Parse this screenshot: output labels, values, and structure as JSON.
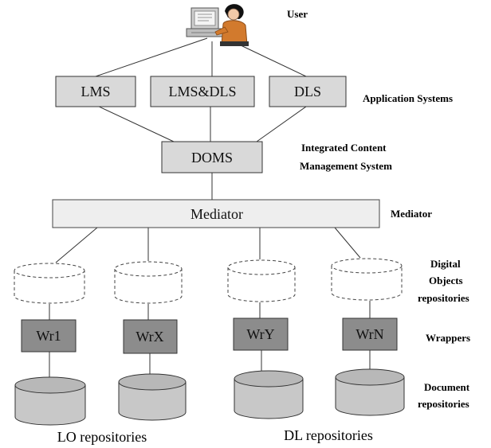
{
  "user_label": "User",
  "application_systems": {
    "label": "Application Systems",
    "boxes": [
      "LMS",
      "LMS&DLS",
      "DLS"
    ]
  },
  "icms": {
    "label_line1": "Integrated Content",
    "label_line2": "Management System",
    "box": "DOMS"
  },
  "mediator": {
    "label": "Mediator",
    "box": "Mediator"
  },
  "digital_objects": {
    "label_line1": "Digital",
    "label_line2": "Objects",
    "label_line3": "repositories"
  },
  "wrappers": {
    "label": "Wrappers",
    "boxes": [
      "Wr1",
      "WrX",
      "WrY",
      "WrN"
    ]
  },
  "document_repositories": {
    "label_line1": "Document",
    "label_line2": "repositories"
  },
  "bottom_labels": {
    "lo": "LO repositories",
    "dl": "DL repositories"
  }
}
